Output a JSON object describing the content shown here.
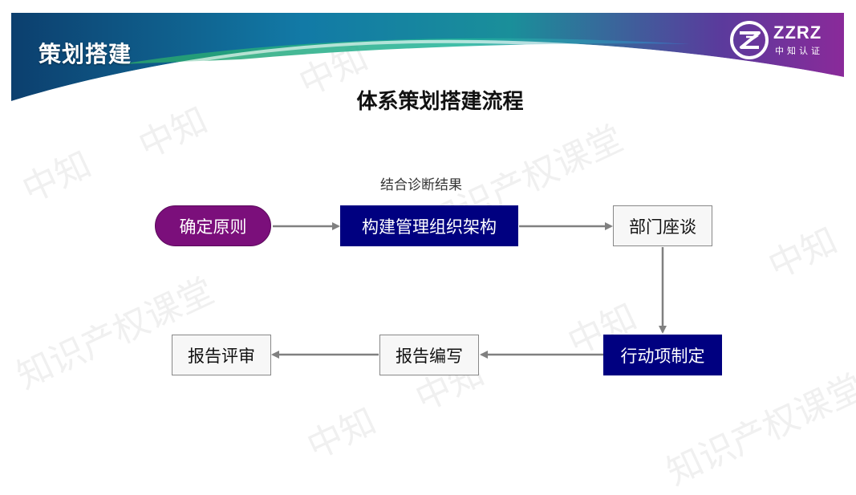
{
  "header": {
    "section_title": "策划搭建",
    "logo_text": "ZZRZ",
    "logo_subtext": "中知认证"
  },
  "main": {
    "title": "体系策划搭建流程",
    "note": "结合诊断结果"
  },
  "flow": {
    "nodes": {
      "principle": "确定原则",
      "org": "构建管理组织架构",
      "dept": "部门座谈",
      "action": "行动项制定",
      "write": "报告编写",
      "review": "报告评审"
    }
  },
  "watermarks": {
    "short": "中知",
    "long": "知识产权课堂"
  },
  "colors": {
    "pill": "#7b0f7b",
    "navy": "#000080",
    "arrow": "#808080"
  }
}
